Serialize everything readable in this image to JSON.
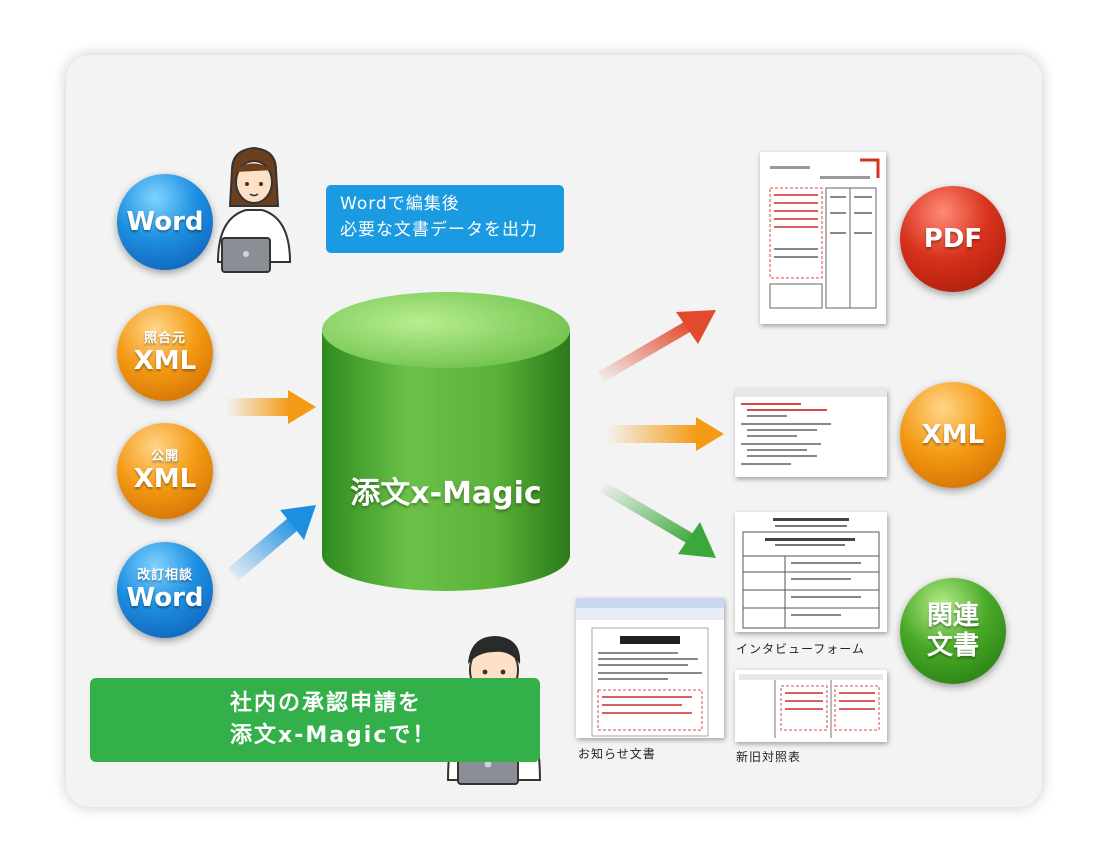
{
  "inputs": {
    "word": {
      "label": "Word"
    },
    "ref_xml": {
      "top": "照合元",
      "bottom": "XML"
    },
    "pub_xml": {
      "top": "公開",
      "bottom": "XML"
    },
    "rev_word": {
      "top": "改訂相談",
      "bottom": "Word"
    }
  },
  "callout": {
    "line1": "Wordで編集後",
    "line2": "必要な文書データを出力"
  },
  "db": {
    "label": "添文x-Magic"
  },
  "outputs": {
    "pdf": {
      "label": "PDF"
    },
    "xml": {
      "label": "XML"
    },
    "related": {
      "line1": "関連",
      "line2": "文書"
    }
  },
  "captions": {
    "interview": "インタビューフォーム",
    "notice": "お知らせ文書",
    "comparison": "新旧対照表"
  },
  "banner": {
    "line1": "社内の承認申請を",
    "line2": "添文x-Magicで！"
  },
  "colors": {
    "blue": "#1d8fe0",
    "orange": "#f49a14",
    "red": "#d8321c",
    "green": "#48a826",
    "callout": "#1a9ae0",
    "banner": "#33b04a",
    "db": "#5cb83a"
  }
}
